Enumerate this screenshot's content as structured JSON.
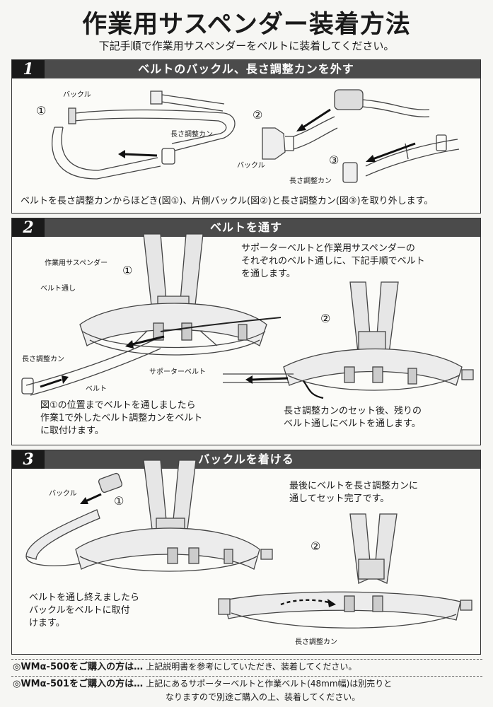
{
  "header": {
    "title": "作業用サスペンダー装着方法",
    "subtitle": "下記手順で作業用サスペンダーをベルトに装着してください。"
  },
  "step1": {
    "num": "1",
    "title": "ベルトのバックル、長さ調整カンを外す",
    "fig1": "①",
    "fig2": "②",
    "fig3": "③",
    "label_buckle_a": "バックル",
    "label_adjuster_a": "長さ調整カン",
    "label_buckle_b": "バックル",
    "label_adjuster_b": "長さ調整カン",
    "text": "ベルトを長さ調整カンからほどき(図①)、片側バックル(図②)と長さ調整カン(図③)を取り外します。"
  },
  "step2": {
    "num": "2",
    "title": "ベルトを通す",
    "fig1": "①",
    "fig2": "②",
    "label_suspender": "作業用サスペンダー",
    "label_loops": "ベルト通し",
    "label_adjuster": "長さ調整カン",
    "label_belt": "ベルト",
    "label_supporter": "サポーターベルト",
    "text_top": [
      "サポーターベルトと作業用サスペンダーの",
      "それぞれのベルト通しに、下記手順でベルト",
      "を通します。"
    ],
    "text_left": [
      "図①の位置までベルトを通しましたら",
      "作業1で外したベルト調整カンをベルト",
      "に取付けます。"
    ],
    "text_right": [
      "長さ調整カンのセット後、残りの",
      "ベルト通しにベルトを通します。"
    ]
  },
  "step3": {
    "num": "3",
    "title": "バックルを着ける",
    "fig1": "①",
    "fig2": "②",
    "label_buckle": "バックル",
    "label_adjuster": "長さ調整カン",
    "text_top": [
      "最後にベルトを長さ調整カンに",
      "通してセット完了です。"
    ],
    "text_left": [
      "ベルトを通し終えましたら",
      "バックルをベルトに取付",
      "けます。"
    ]
  },
  "footer": {
    "line1_model": "◎WMα-500をご購入の方は…",
    "line1_text": "上記説明書を参考にしていただき、装着してください。",
    "line2_model": "◎WMα-501をご購入の方は…",
    "line2_text_a": "上記にあるサポーターベルトと作業ベルト(48mm幅)は別売りと",
    "line2_text_b": "なりますので別途ご購入の上、装着してください。"
  }
}
